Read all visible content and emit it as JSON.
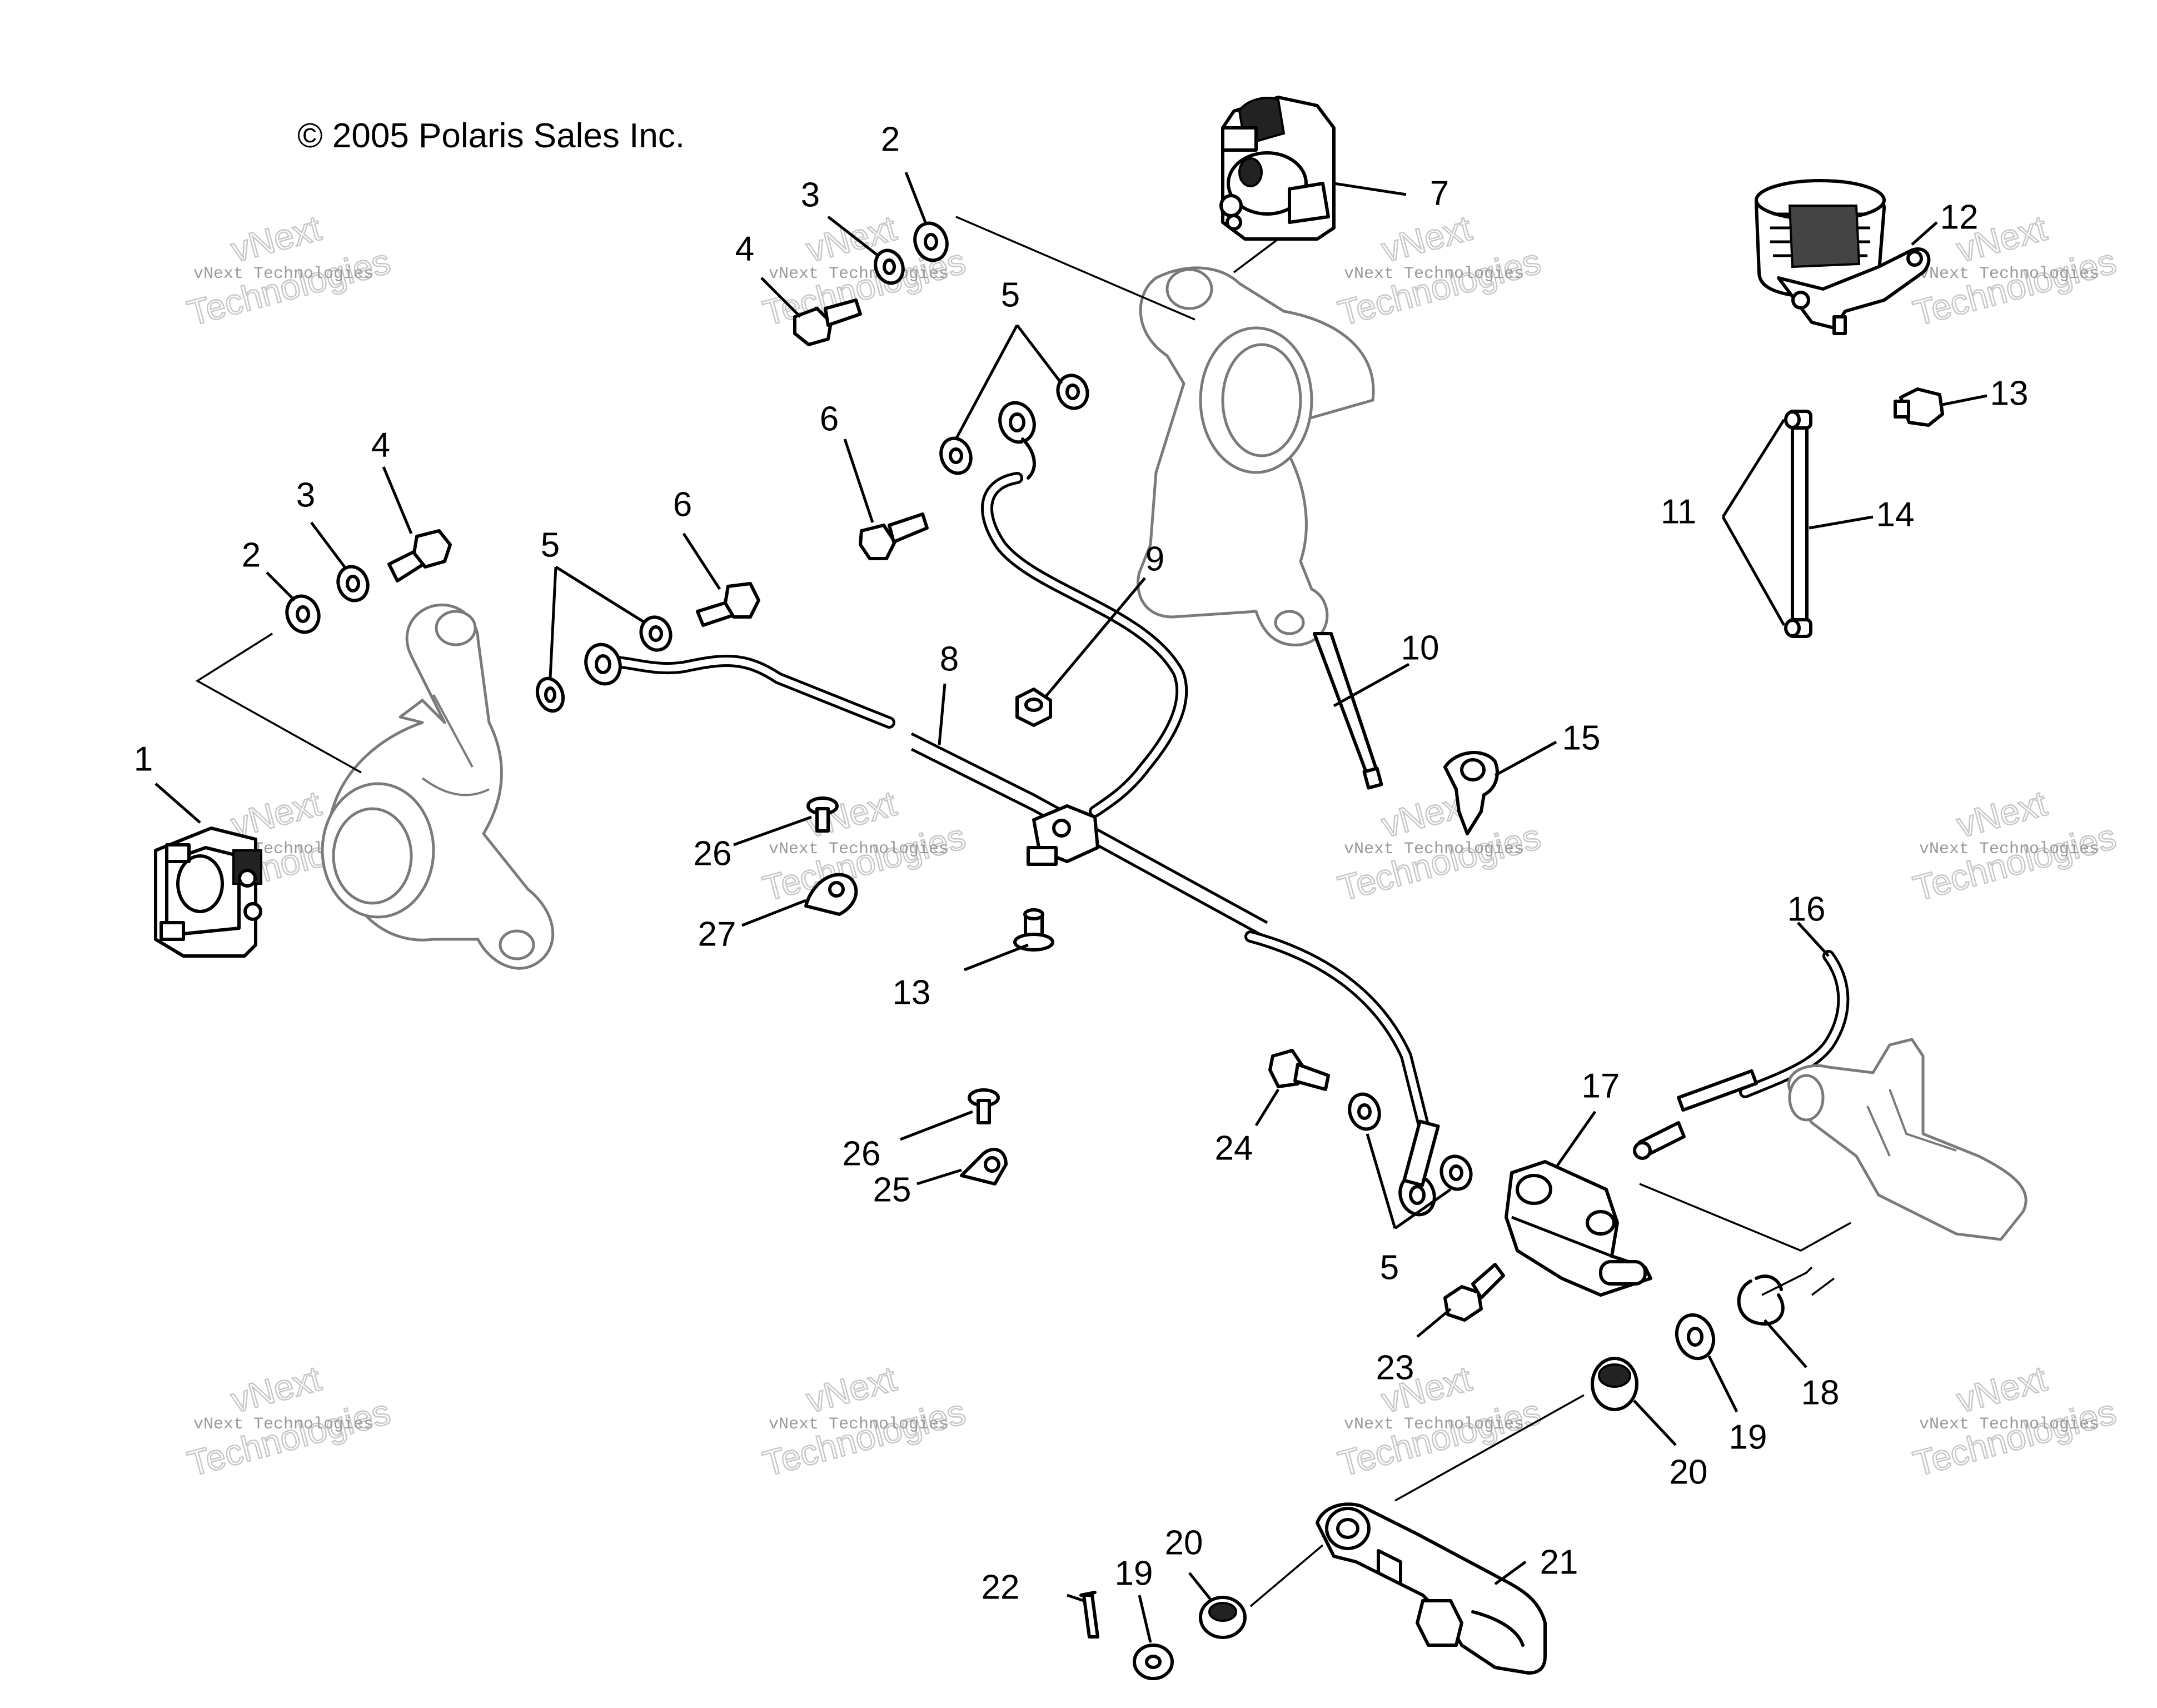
{
  "copyright": "© 2005 Polaris Sales Inc.",
  "watermark": {
    "line_small": "vNext Technologies",
    "line_big": "Technologies",
    "line_top": "vNext"
  },
  "callouts": [
    {
      "id": "c1",
      "text": "1"
    },
    {
      "id": "c2a",
      "text": "2"
    },
    {
      "id": "c3a",
      "text": "3"
    },
    {
      "id": "c4a",
      "text": "4"
    },
    {
      "id": "c5a",
      "text": "5"
    },
    {
      "id": "c6a",
      "text": "6"
    },
    {
      "id": "c2b",
      "text": "2"
    },
    {
      "id": "c3b",
      "text": "3"
    },
    {
      "id": "c4b",
      "text": "4"
    },
    {
      "id": "c5b",
      "text": "5"
    },
    {
      "id": "c6b",
      "text": "6"
    },
    {
      "id": "c7",
      "text": "7"
    },
    {
      "id": "c8",
      "text": "8"
    },
    {
      "id": "c9",
      "text": "9"
    },
    {
      "id": "c10",
      "text": "10"
    },
    {
      "id": "c11",
      "text": "11"
    },
    {
      "id": "c12",
      "text": "12"
    },
    {
      "id": "c13a",
      "text": "13"
    },
    {
      "id": "c14",
      "text": "14"
    },
    {
      "id": "c15",
      "text": "15"
    },
    {
      "id": "c16",
      "text": "16"
    },
    {
      "id": "c17",
      "text": "17"
    },
    {
      "id": "c13b",
      "text": "13"
    },
    {
      "id": "c26a",
      "text": "26"
    },
    {
      "id": "c27",
      "text": "27"
    },
    {
      "id": "c26b",
      "text": "26"
    },
    {
      "id": "c25",
      "text": "25"
    },
    {
      "id": "c24",
      "text": "24"
    },
    {
      "id": "c5c",
      "text": "5"
    },
    {
      "id": "c23",
      "text": "23"
    },
    {
      "id": "c18",
      "text": "18"
    },
    {
      "id": "c19a",
      "text": "19"
    },
    {
      "id": "c20a",
      "text": "20"
    },
    {
      "id": "c21",
      "text": "21"
    },
    {
      "id": "c22",
      "text": "22"
    },
    {
      "id": "c19b",
      "text": "19"
    },
    {
      "id": "c20b",
      "text": "20"
    }
  ],
  "colors": {
    "ink": "#000000",
    "ghost": "#7a7a7a",
    "watermark": "#c8c8c8"
  }
}
